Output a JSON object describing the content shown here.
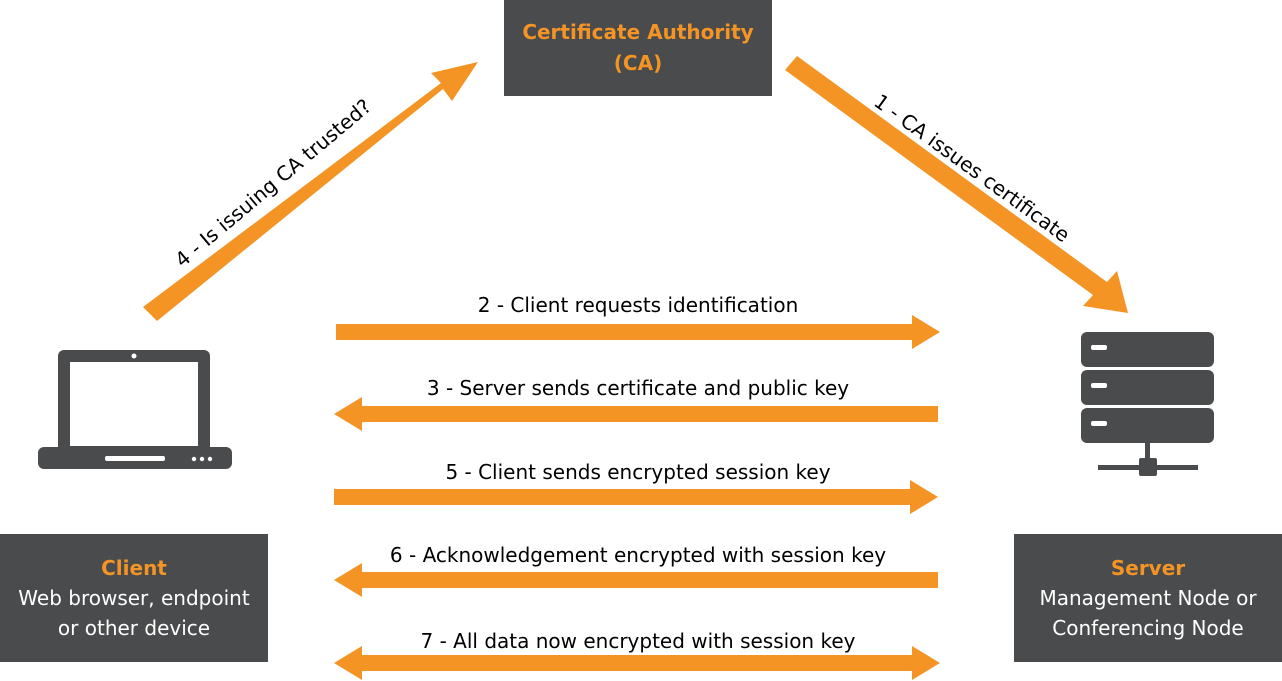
{
  "ca": {
    "title_line1": "Certificate Authority",
    "title_line2": "(CA)"
  },
  "client": {
    "title": "Client",
    "line1": "Web browser, endpoint",
    "line2": "or other device"
  },
  "server": {
    "title": "Server",
    "line1": "Management Node or",
    "line2": "Conferencing Node"
  },
  "steps": {
    "s1": "1 - CA issues certificate",
    "s2": "2 - Client requests identification",
    "s3": "3 - Server sends certificate and public key",
    "s4": "4 - Is issuing CA trusted?",
    "s5": "5 - Client sends encrypted session key",
    "s6": "6 - Acknowledgement encrypted with session key",
    "s7": "7 - All data now encrypted with session key"
  },
  "colors": {
    "accent": "#f39425",
    "box": "#4a4b4c",
    "icon": "#4a4b4c"
  },
  "icons": {
    "client": "laptop-icon",
    "server": "server-icon"
  }
}
